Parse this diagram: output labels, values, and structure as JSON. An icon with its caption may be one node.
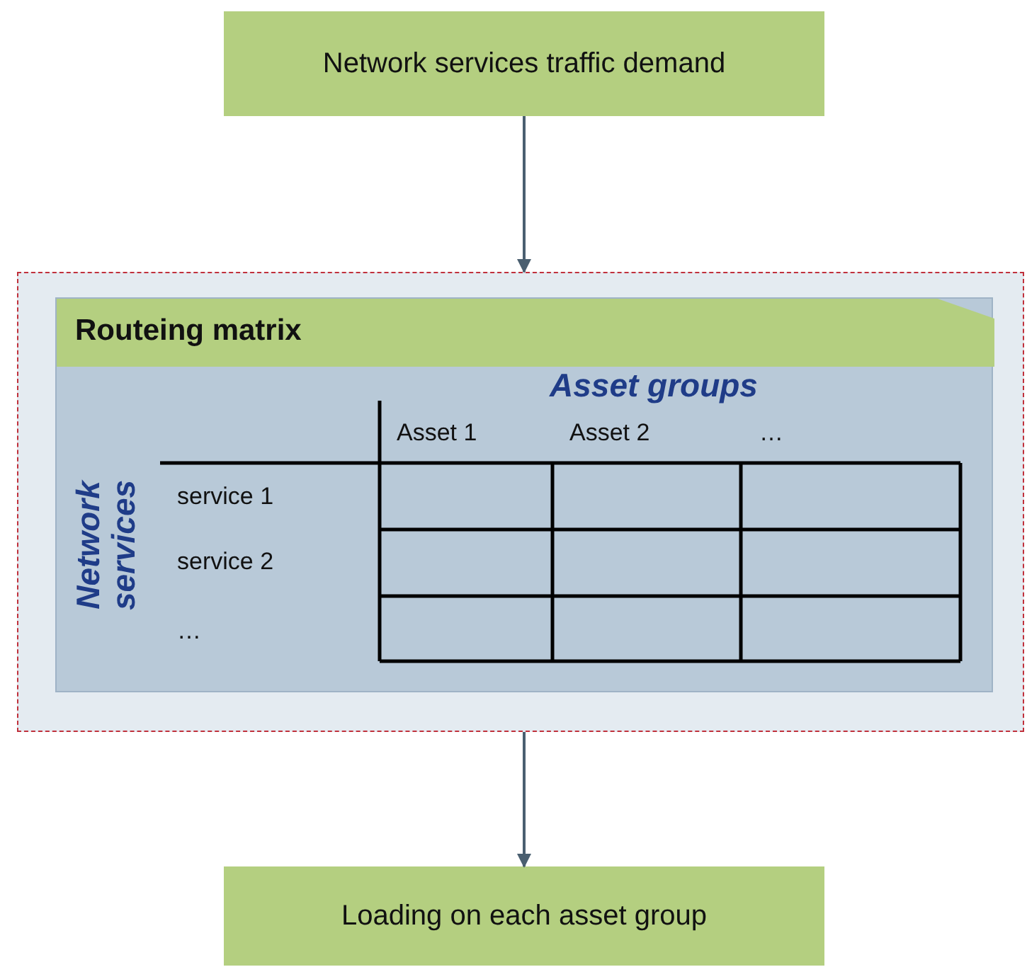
{
  "diagram": {
    "nodes": [
      {
        "text": [
          "Network services traffic demand"
        ]
      },
      {
        "text": [],
        "shape": "box"
      },
      {
        "text": [
          "Routeing matrix"
        ],
        "in": 1
      },
      {
        "text": [
          "Loading on each asset group"
        ]
      }
    ],
    "edges": [
      {
        "from": 0,
        "to": 1,
        "arrow": "to"
      },
      {
        "from": 1,
        "to": 3,
        "arrow": "to"
      }
    ],
    "labels": [
      "Asset groups",
      "Asset 1",
      "Asset 2",
      "…",
      "Network services",
      "service 1",
      "service 2",
      "…"
    ]
  }
}
